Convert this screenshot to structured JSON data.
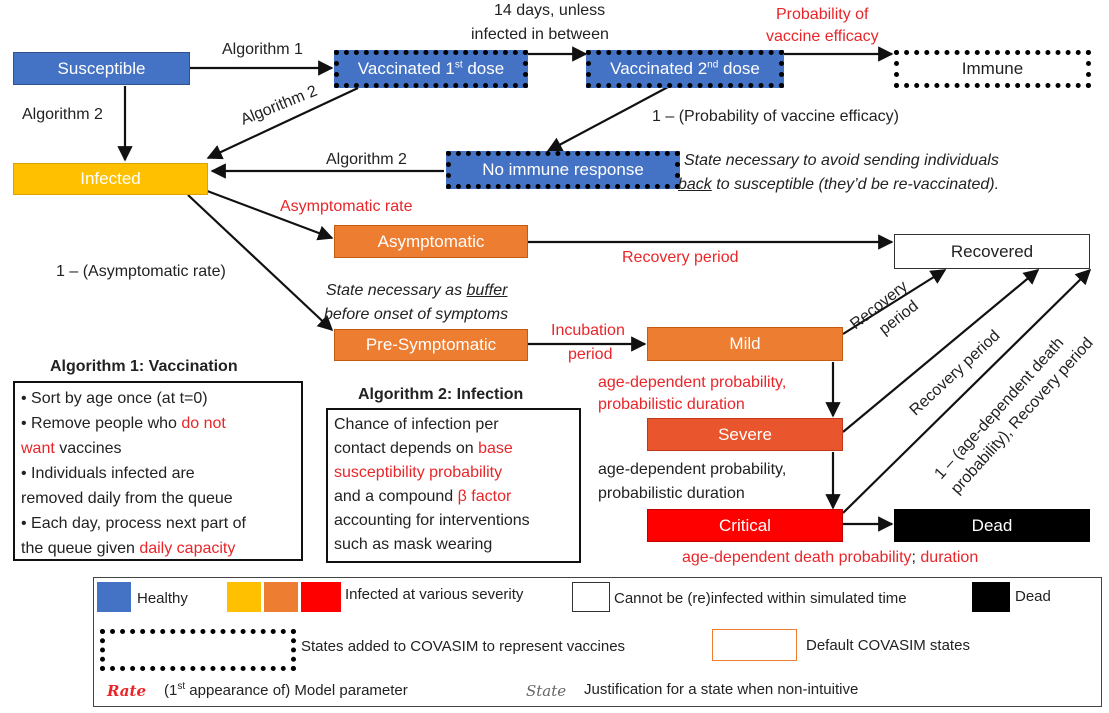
{
  "colors": {
    "healthy": "#4472c4",
    "infected_yellow": "#ffc000",
    "infected_orange": "#ed7d31",
    "severe": "#e9562d",
    "critical": "#ff0000",
    "dead": "#000000",
    "param_red": "#e8262a",
    "vaccine_border": "#000000"
  },
  "nodes": {
    "susceptible": "Susceptible",
    "vaccinated1": "Vaccinated 1",
    "vaccinated1_sup": "st",
    "vaccinated1_tail": " dose",
    "vaccinated2": "Vaccinated 2",
    "vaccinated2_sup": "nd",
    "vaccinated2_tail": " dose",
    "immune": "Immune",
    "infected": "Infected",
    "no_immune": "No immune response",
    "asymptomatic": "Asymptomatic",
    "recovered": "Recovered",
    "presymptomatic": "Pre-Symptomatic",
    "mild": "Mild",
    "severe": "Severe",
    "critical": "Critical",
    "dead": "Dead"
  },
  "labels": {
    "algorithm1": "Algorithm 1",
    "algorithm2_a": "Algorithm 2",
    "algorithm2_b": "Algorithm 2",
    "algorithm2_c": "Algorithm 2",
    "fourteen_days_1": "14 days, unless",
    "fourteen_days_2": "infected in between",
    "prob_efficacy_1": "Probability of",
    "prob_efficacy_2": "vaccine efficacy",
    "one_minus_efficacy": "1 – (Probability of vaccine efficacy)",
    "state_necessary_1": "State necessary to avoid sending individuals",
    "state_necessary_2a": "back",
    "state_necessary_2b": " to susceptible (they’d be re-vaccinated).",
    "asymptomatic_rate": "Asymptomatic rate",
    "one_minus_asym": "1 – (Asymptomatic rate)",
    "recovery_period": "Recovery period",
    "buffer_1a": "State necessary as ",
    "buffer_1b": "buffer",
    "buffer_2": "before onset of symptoms",
    "incubation_1": "Incubation",
    "incubation_2": "period",
    "age_prob_red_1": "age-dependent probability,",
    "age_prob_red_2": "probabilistic duration",
    "age_prob_black_1": "age-dependent probability,",
    "age_prob_black_2": "probabilistic duration",
    "death_prob": "age-dependent death probability",
    "death_sep": "; ",
    "death_duration": "duration",
    "rot_recovery_1a": "Recovery",
    "rot_recovery_1b": "period",
    "rot_recovery_2": "Recovery period",
    "rot_long_1": "1 – (age-dependent death",
    "rot_long_2": "probability), Recovery period"
  },
  "algo1": {
    "title": "Algorithm 1: Vaccination",
    "l1": "• Sort by age once (at t=0)",
    "l2a": "• Remove people who ",
    "l2b": "do not",
    "l3a": "want",
    "l3b": " vaccines",
    "l4": "• Individuals infected are",
    "l5": "removed daily from the queue",
    "l6": "• Each day, process next part of",
    "l7a": "the queue given ",
    "l7b": "daily capacity"
  },
  "algo2": {
    "title": "Algorithm 2: Infection",
    "l1": "Chance of infection per",
    "l2a": "contact depends on ",
    "l2b": "base",
    "l3": "susceptibility probability",
    "l4a": "and a compound ",
    "l4b": "β factor",
    "l5": "accounting for interventions",
    "l6": "such as mask wearing"
  },
  "legend": {
    "healthy": "Healthy",
    "infected_various": "Infected at various severity",
    "cannot_reinfect": "Cannot be (re)infected within simulated time",
    "dead": "Dead",
    "states_added": "States added to COVASIM to represent vaccines",
    "default_states": "Default COVASIM states",
    "rate_sample": "Rate",
    "model_param_a": "(1",
    "model_param_sup": "st",
    "model_param_b": " appearance of) Model parameter",
    "state_sample": "State",
    "justification": "Justification for a state when non-intuitive"
  }
}
